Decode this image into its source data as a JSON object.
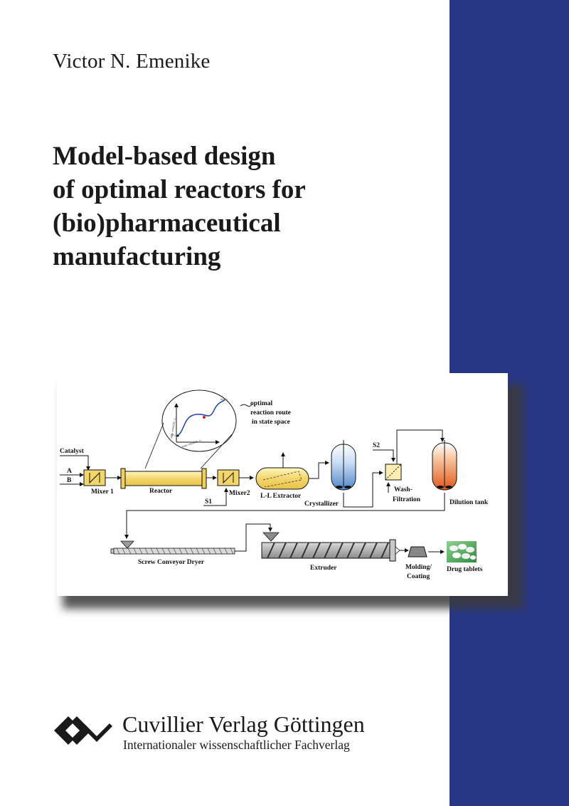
{
  "cover": {
    "author": "Victor N. Emenike",
    "title_lines": [
      "Model-based design",
      "of optimal reactors for",
      "(bio)pharmaceutical",
      "manufacturing"
    ],
    "colors": {
      "side_band": "#283785",
      "background": "#ffffff",
      "text": "#1a1a1a"
    }
  },
  "figure": {
    "annotation": [
      "optimal",
      "reaction route",
      "in state space"
    ],
    "inset": {
      "y_axis": "state variable, x₂",
      "x_axis": "state variable, x₁",
      "start": "x(t₀)",
      "end": "x(tₙₑ)"
    },
    "labels": {
      "catalyst": "Catalyst",
      "a": "A",
      "b": "B",
      "mixer1": "Mixer 1",
      "reactor": "Reactor",
      "s1": "S1",
      "mixer2": "Mixer2",
      "extractor": "L-L Extractor",
      "crystallizer": "Crystallizer",
      "s2": "S2",
      "wash1": "Wash-",
      "wash2": "Filtration",
      "dilution": "Dilution tank",
      "dryer": "Screw Conveyor Dryer",
      "extruder": "Extruder",
      "molding1": "Molding/",
      "molding2": "Coating",
      "tablets": "Drug tablets"
    }
  },
  "publisher": {
    "name": "Cuvillier Verlag Göttingen",
    "subtitle": "Internationaler wissenschaftlicher Fachverlag",
    "logo_icon": "cuvillier-logo-icon"
  }
}
